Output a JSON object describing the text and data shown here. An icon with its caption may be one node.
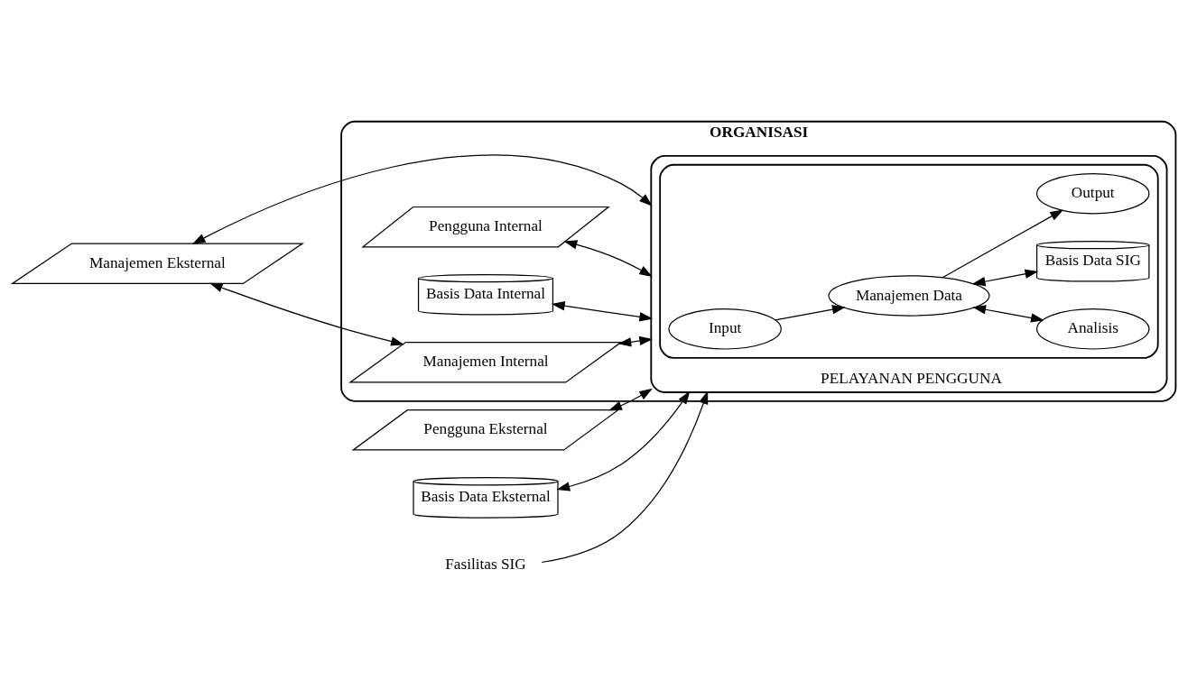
{
  "diagram": {
    "nodes": [
      {
        "text": [
          "ORGANISASI"
        ]
      },
      {
        "text": [
          "PELAYANAN PENGGUNA"
        ],
        "in": 0
      },
      {
        "text": [],
        "shape": "box",
        "in": 1
      },
      {
        "text": [
          "Pengguna Internal"
        ],
        "in": 0
      },
      {
        "text": [
          "Basis Data Internal"
        ],
        "in": 0
      },
      {
        "text": [
          "Manajemen Internal"
        ],
        "in": 0
      },
      {
        "text": [
          "Input"
        ],
        "in": 2
      },
      {
        "text": [
          "Analisis"
        ],
        "in": 2
      },
      {
        "text": [
          "Manajemen Data"
        ],
        "in": 2
      },
      {
        "text": [
          "Basis Data SIG"
        ],
        "in": 2
      },
      {
        "text": [
          "Output"
        ],
        "in": 2
      },
      {
        "text": [
          "Manajemen Eksternal"
        ]
      },
      {
        "text": [
          "Pengguna Eksternal"
        ]
      },
      {
        "text": [
          "Basis Data Eksternal"
        ]
      },
      {
        "text": [
          "Fasilitas SIG"
        ]
      }
    ],
    "edges": [
      {
        "from": 3,
        "to": 1,
        "arrow": "both"
      },
      {
        "from": 4,
        "to": 1,
        "arrow": "both"
      },
      {
        "from": 11,
        "to": 1,
        "arrow": "both"
      },
      {
        "from": 11,
        "to": 5,
        "arrow": "both"
      },
      {
        "from": 5,
        "to": 1,
        "arrow": "both"
      },
      {
        "from": 12,
        "to": 1,
        "arrow": "both"
      },
      {
        "from": 13,
        "to": 1,
        "arrow": "both"
      },
      {
        "from": 6,
        "to": 8,
        "arrow": "to"
      },
      {
        "from": 8,
        "to": 7,
        "arrow": "both"
      },
      {
        "from": 8,
        "to": 9,
        "arrow": "both"
      },
      {
        "from": 8,
        "to": 10,
        "arrow": "to"
      },
      {
        "from": 14,
        "to": 1,
        "arrow": "to"
      }
    ]
  }
}
